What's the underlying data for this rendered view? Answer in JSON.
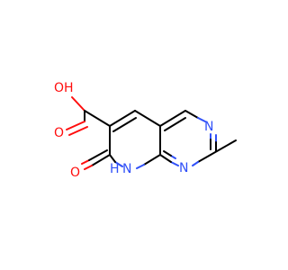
{
  "molecule": {
    "atom_labels": {
      "hydroxyl": "OH",
      "carbonyl_acid": "O",
      "carbonyl_ring": "O",
      "nh": "H",
      "nh_n": "N",
      "n_upper": "N",
      "n_lower": "N"
    },
    "colors": {
      "oxygen": "#ff0d0d",
      "nitrogen": "#3050f8",
      "carbon": "#000000"
    }
  }
}
